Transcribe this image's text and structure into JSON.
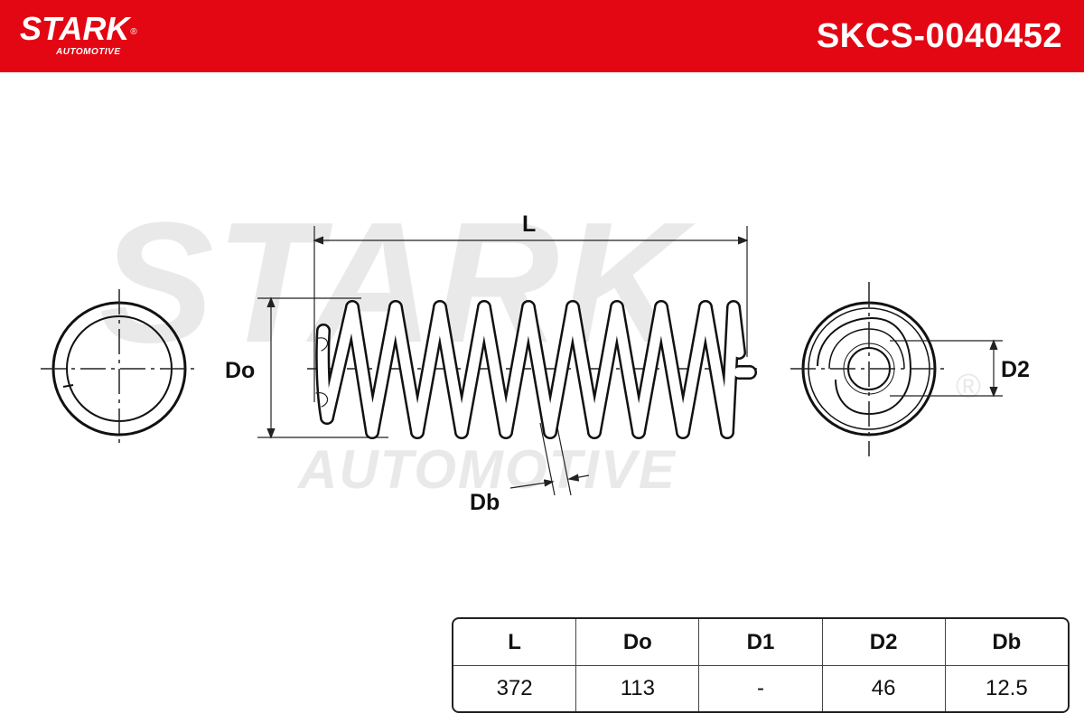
{
  "header": {
    "brand": "STARK",
    "brand_sub": "AUTOMOTIVE",
    "part_number": "SKCS-0040452",
    "background_color": "#e30613",
    "text_color": "#ffffff"
  },
  "watermark": {
    "main": "STARK",
    "sub": "AUTOMOTIVE",
    "registered": "®"
  },
  "diagram": {
    "labels": {
      "length": "L",
      "outer_diameter": "Do",
      "wire_diameter": "Db",
      "end_diameter": "D2"
    }
  },
  "specs": {
    "headers": [
      "L",
      "Do",
      "D1",
      "D2",
      "Db"
    ],
    "values": [
      "372",
      "113",
      "-",
      "46",
      "12.5"
    ]
  }
}
